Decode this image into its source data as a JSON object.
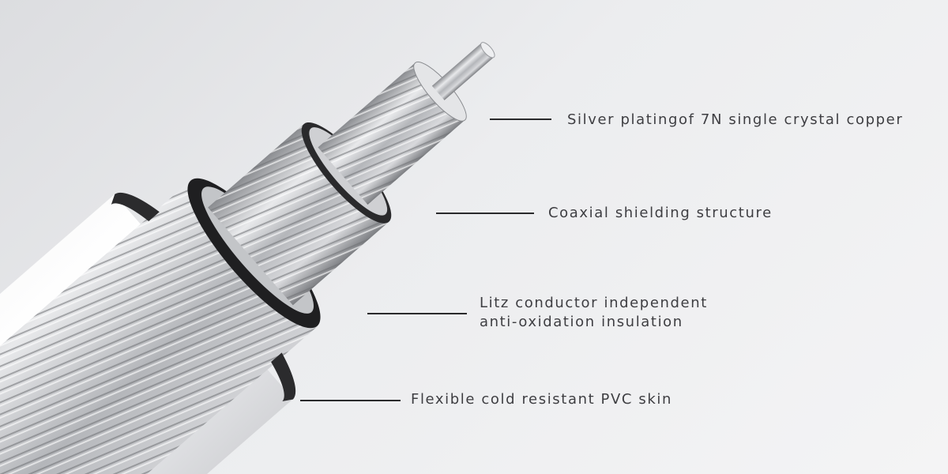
{
  "callouts": [
    {
      "text": "Silver platingof 7N single crystal copper"
    },
    {
      "text": "Coaxial shielding structure"
    },
    {
      "lines": [
        "Litz conductor independent",
        "anti-oxidation insulation"
      ]
    },
    {
      "text": "Flexible cold resistant PVC skin"
    }
  ],
  "colors": {
    "text": "#3e3e42",
    "leader": "#2a2a2c"
  }
}
